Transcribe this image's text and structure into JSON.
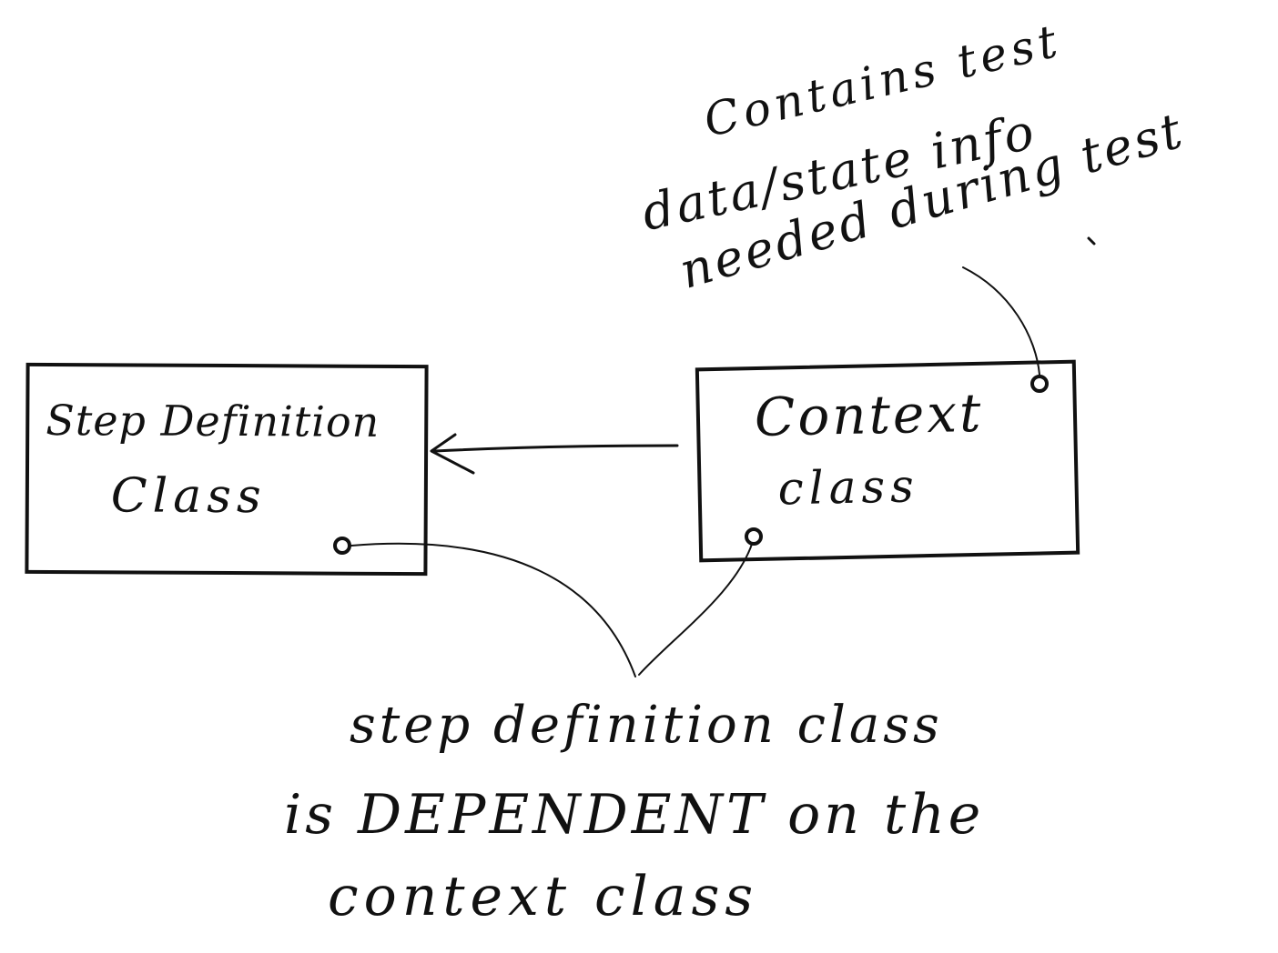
{
  "boxes": {
    "step_definition": {
      "line1": "Step Definition",
      "line2": "Class"
    },
    "context": {
      "line1": "Context",
      "line2": "class"
    }
  },
  "context_note": {
    "line1": "Contains test",
    "line2": "data/state info",
    "line3": "needed during test"
  },
  "dependency_note": {
    "line1": "step definition class",
    "line2": "is DEPENDENT on the",
    "line3": "context class"
  },
  "colors": {
    "ink": "#111111",
    "background": "#ffffff"
  }
}
